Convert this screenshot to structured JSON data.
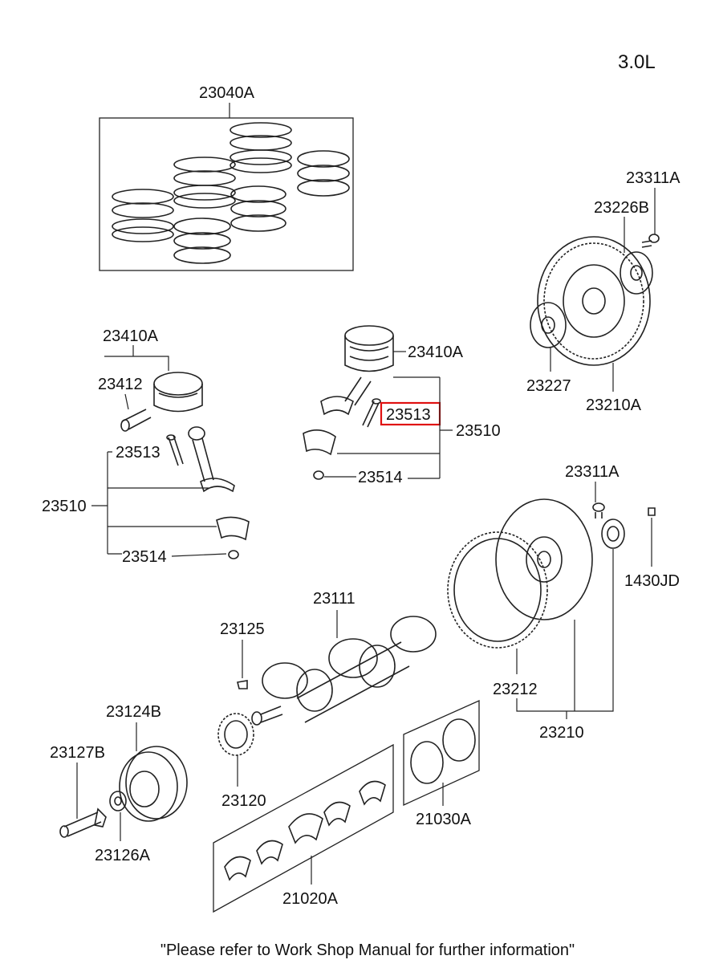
{
  "engine": "3.0L",
  "footer_note": "\"Please refer to Work Shop Manual for further information\"",
  "highlight_color": "#e01010",
  "highlighted_part": "23513",
  "labels": {
    "l23040A": "23040A",
    "l23410A_left": "23410A",
    "l23412": "23412",
    "l23513_left": "23513",
    "l23510_left": "23510",
    "l23514_left": "23514",
    "l23410A_center": "23410A",
    "l23513_center": "23513",
    "l23510_center": "23510",
    "l23514_center": "23514",
    "l23311A_top": "23311A",
    "l23226B": "23226B",
    "l23227": "23227",
    "l23210A": "23210A",
    "l23311A_mid": "23311A",
    "l1430JD": "1430JD",
    "l23111": "23111",
    "l23125": "23125",
    "l23212": "23212",
    "l23210": "23210",
    "l23124B": "23124B",
    "l23127B": "23127B",
    "l23120": "23120",
    "l21030A": "21030A",
    "l23126A": "23126A",
    "l21020A": "21020A"
  }
}
